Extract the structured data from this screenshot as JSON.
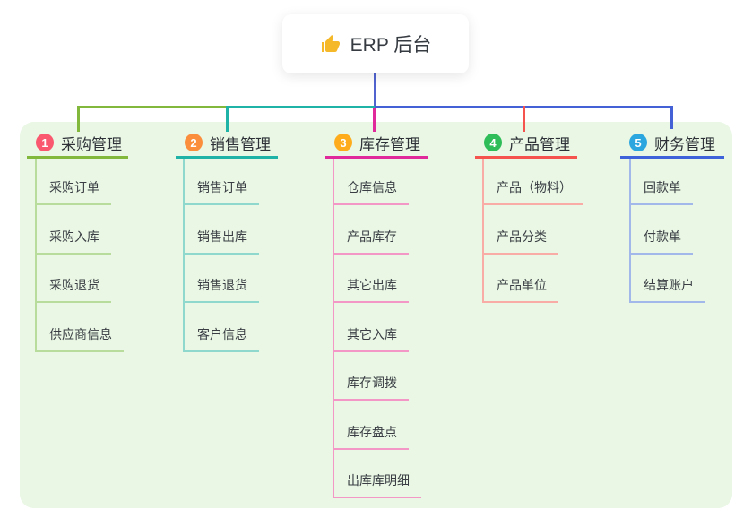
{
  "root": {
    "label": "ERP 后台",
    "icon": "thumbs-up-icon"
  },
  "colors": {
    "panel_background": "#e9f7e4",
    "root_connector": "#5063cf",
    "branch_1": "#82b93d",
    "branch_1_light": "#b7dc9b",
    "badge_1": "#f9586f",
    "branch_2": "#1eb3a6",
    "branch_2_light": "#8ed8ce",
    "badge_2": "#fb8e3d",
    "branch_3": "#e02a9c",
    "branch_3_light": "#f398c6",
    "badge_3": "#feac1c",
    "branch_4": "#f4534e",
    "branch_4_light": "#f9aba6",
    "badge_4": "#2ebd59",
    "branch_5": "#3e62d9",
    "branch_5_light": "#a2b8ea",
    "badge_5": "#2ba6de"
  },
  "branches": [
    {
      "index": "1",
      "title": "采购管理",
      "children": [
        "采购订单",
        "采购入库",
        "采购退货",
        "供应商信息"
      ]
    },
    {
      "index": "2",
      "title": "销售管理",
      "children": [
        "销售订单",
        "销售出库",
        "销售退货",
        "客户信息"
      ]
    },
    {
      "index": "3",
      "title": "库存管理",
      "children": [
        "仓库信息",
        "产品库存",
        "其它出库",
        "其它入库",
        "库存调拨",
        "库存盘点",
        "出库库明细"
      ]
    },
    {
      "index": "4",
      "title": "产品管理",
      "children": [
        "产品（物料）",
        "产品分类",
        "产品单位"
      ]
    },
    {
      "index": "5",
      "title": "财务管理",
      "children": [
        "回款单",
        "付款单",
        "结算账户"
      ]
    }
  ]
}
